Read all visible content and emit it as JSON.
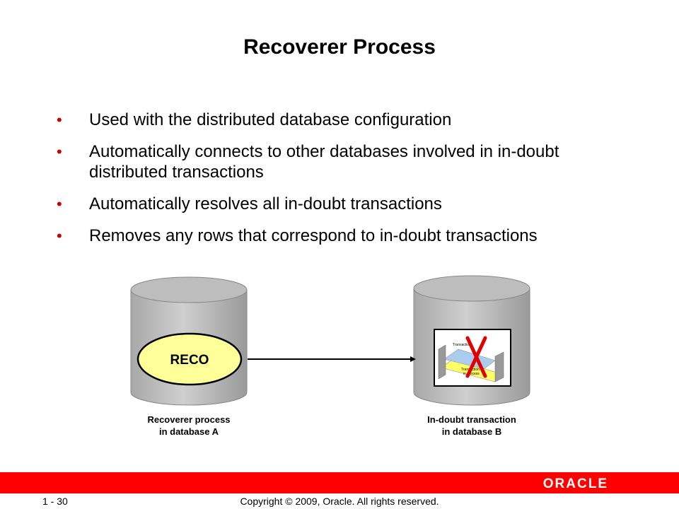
{
  "slide": {
    "title": "Recoverer Process",
    "bullets": [
      "Used with the distributed database configuration",
      "Automatically connects to other databases involved in in-doubt distributed transactions",
      "Automatically resolves all in-doubt transactions",
      "Removes any rows that correspond to in-doubt transactions"
    ]
  },
  "diagram": {
    "reco_label": "RECO",
    "caption_a": [
      "Recoverer process",
      "in database A"
    ],
    "caption_b": [
      "In-doubt transaction",
      "in database B"
    ],
    "thumbnail_text": [
      "Transaction",
      "Transaction",
      "in process"
    ]
  },
  "footer": {
    "page_number": "1 - 30",
    "copyright": "Copyright © 2009, Oracle. All rights reserved.",
    "logo_text": "ORACLE"
  },
  "colors": {
    "footer_bar": "#ff0000",
    "bullet": "#cc0000",
    "reco_fill": "#ffff99",
    "cylinder": "#c0c0c0",
    "x_mark": "#e00000"
  }
}
